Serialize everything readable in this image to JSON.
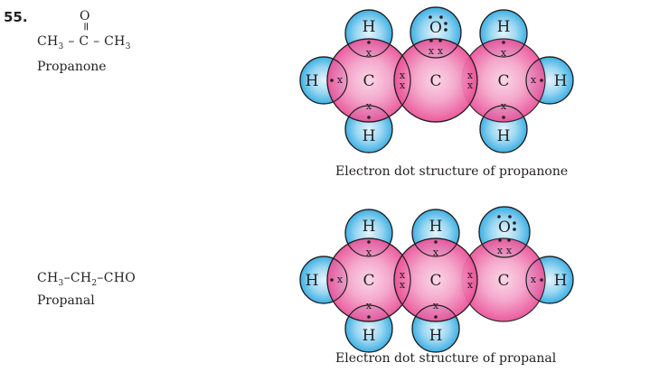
{
  "question_number": "55.",
  "propanone": {
    "formula_O": "O",
    "formula_bond": "=",
    "formula_parts": [
      "CH",
      "3",
      " – C – CH",
      "3"
    ],
    "name": "Propanone",
    "caption": "Electron dot structure of propanone"
  },
  "propanal": {
    "formula_parts": [
      "CH",
      "3",
      "–CH",
      "2",
      "–CHO"
    ],
    "name": "Propanal",
    "caption": "Electron dot structure of propanal"
  },
  "atoms": {
    "carbon": "C",
    "hydrogen": "H",
    "oxygen": "O"
  },
  "electron_cross": "x",
  "colors": {
    "carbon_fill": "#e8408e",
    "carbon_center": "#fbd3e5",
    "hydrogen_fill": "#2aa7e0",
    "hydrogen_center": "#e3f4fc",
    "outline": "#231f20"
  }
}
